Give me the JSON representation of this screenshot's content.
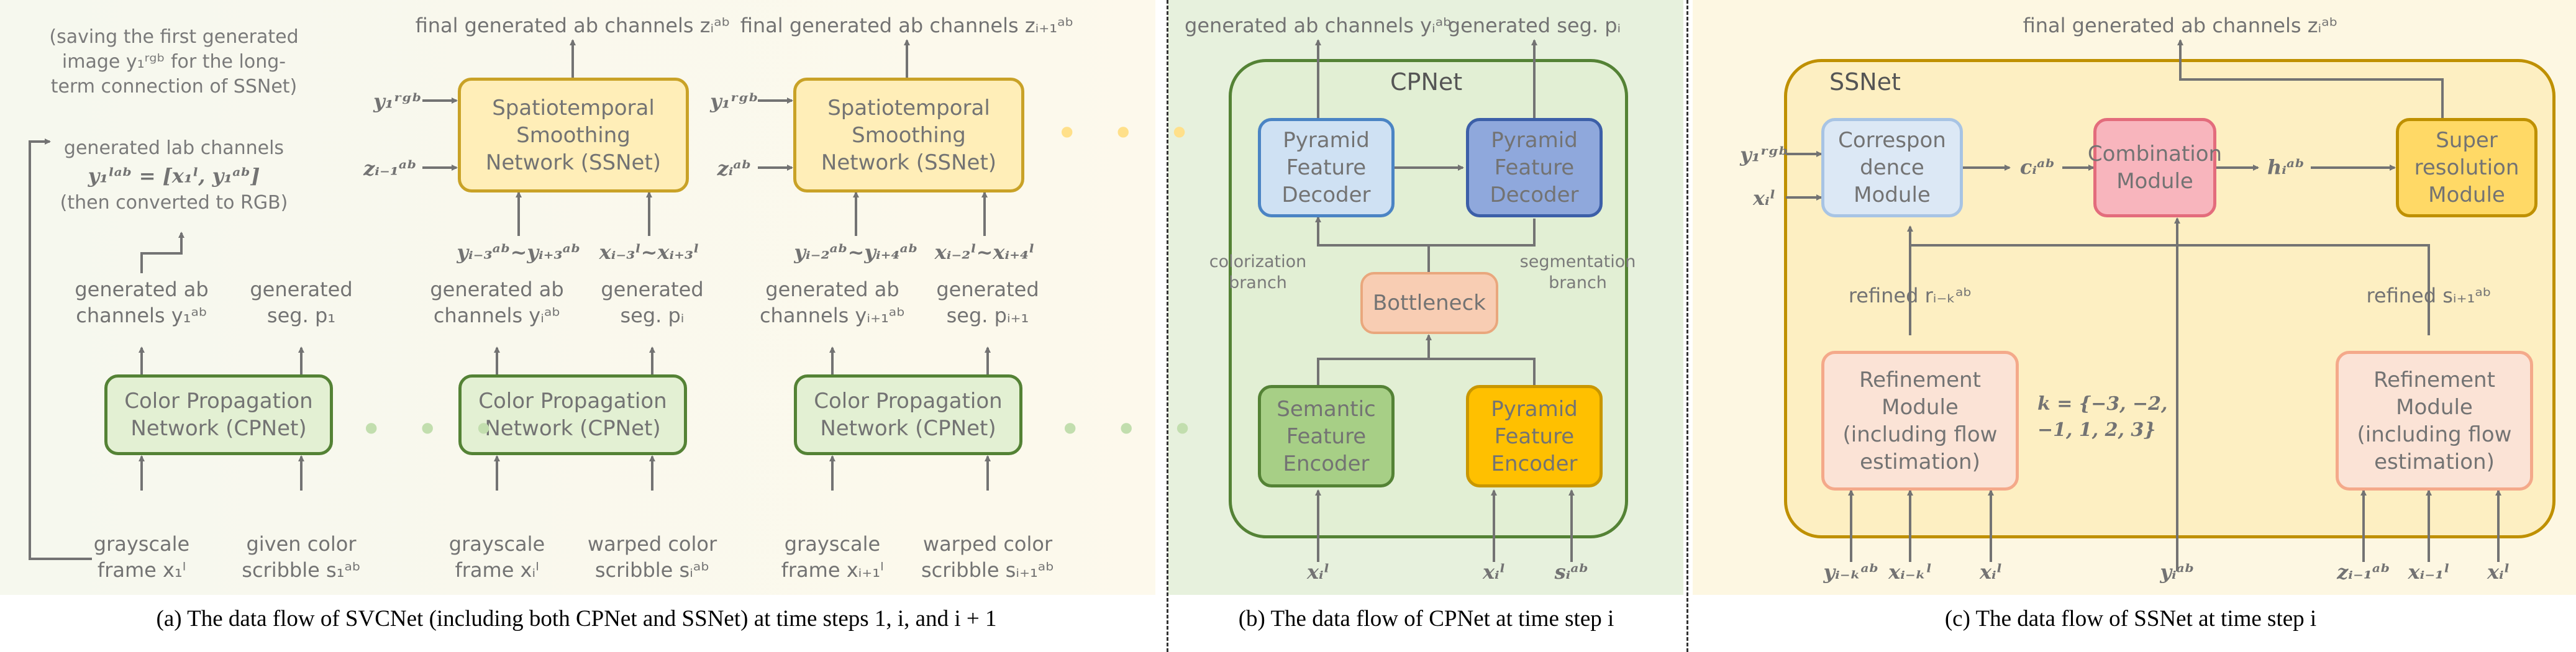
{
  "panel_a": {
    "note_saving": "(saving the first generated\nimage y₁ʳᵍᵇ for the long-\nterm connection of SSNet)",
    "note_lab": "generated lab channels",
    "note_lab_eq": "y₁ˡᵃᵇ = [x₁ˡ, y₁ᵃᵇ]",
    "note_rgb": "(then converted to RGB)",
    "ssnet_label": "Spatiotemporal\nSmoothing\nNetwork (SSNet)",
    "cpnet_label": "Color Propagation\nNetwork (CPNet)",
    "out1": "final generated ab channels zᵢᵃᵇ",
    "out2": "final generated ab channels zᵢ₊₁ᵃᵇ",
    "in_rgb": "y₁ʳᵍᵇ",
    "in_z1": "zᵢ₋₁ᵃᵇ",
    "in_z2": "zᵢᵃᵇ",
    "seq1a": "yᵢ₋₃ᵃᵇ~yᵢ₊₃ᵃᵇ",
    "seq1b": "xᵢ₋₃ˡ~xᵢ₊₃ˡ",
    "seq2a": "yᵢ₋₂ᵃᵇ~yᵢ₊₄ᵃᵇ",
    "seq2b": "xᵢ₋₂ˡ~xᵢ₊₄ˡ",
    "gen_ab_1": "generated ab\nchannels y₁ᵃᵇ",
    "gen_seg_1": "generated\nseg. p₁",
    "gen_ab_i": "generated ab\nchannels yᵢᵃᵇ",
    "gen_seg_i": "generated\nseg. pᵢ",
    "gen_ab_i1": "generated ab\nchannels yᵢ₊₁ᵃᵇ",
    "gen_seg_i1": "generated\nseg. pᵢ₊₁",
    "in_gray_1": "grayscale\nframe x₁ˡ",
    "in_scrib_1": "given color\nscribble s₁ᵃᵇ",
    "in_gray_i": "grayscale\nframe xᵢˡ",
    "in_scrib_i": "warped color\nscribble sᵢᵃᵇ",
    "in_gray_i1": "grayscale\nframe xᵢ₊₁ˡ",
    "in_scrib_i1": "warped color\nscribble sᵢ₊₁ᵃᵇ",
    "caption": "(a) The data flow of SVCNet (including both CPNet and SSNet) at time steps 1, i, and i + 1"
  },
  "panel_b": {
    "title": "CPNet",
    "out_ab": "generated ab channels yᵢᵃᵇ",
    "out_seg": "generated seg. pᵢ",
    "pfd_left": "Pyramid\nFeature\nDecoder",
    "pfd_right": "Pyramid\nFeature\nDecoder",
    "branch_left": "colorization\nbranch",
    "branch_right": "segmentation\nbranch",
    "bottleneck": "Bottleneck",
    "sfe": "Semantic\nFeature\nEncoder",
    "pfe": "Pyramid\nFeature\nEncoder",
    "in1": "xᵢˡ",
    "in2": "xᵢˡ",
    "in3": "sᵢᵃᵇ",
    "caption": "(b) The data flow of CPNet at time step i"
  },
  "panel_c": {
    "title": "SSNet",
    "out": "final generated ab channels zᵢᵃᵇ",
    "corr": "Correspon\ndence\nModule",
    "comb": "Combination\nModule",
    "super": "Super\nresolution\nModule",
    "in_rgb": "y₁ʳᵍᵇ",
    "in_x": "xᵢˡ",
    "c_label": "cᵢᵃᵇ",
    "h_label": "hᵢᵃᵇ",
    "refined_r": "refined rᵢ₋ₖᵃᵇ",
    "refined_s": "refined sᵢ₊₁ᵃᵇ",
    "ref_left": "Refinement\nModule\n(including flow\nestimation)",
    "ref_right": "Refinement\nModule\n(including flow\nestimation)",
    "k_set": "k = {−3, −2,\n−1, 1, 2, 3}",
    "b1": "yᵢ₋ₖᵃᵇ",
    "b2": "xᵢ₋ₖˡ",
    "b3": "xᵢˡ",
    "b4": "yᵢᵃᵇ",
    "b5": "zᵢ₋₁ᵃᵇ",
    "b6": "xᵢ₋₁ˡ",
    "b7": "xᵢˡ",
    "caption": "(c) The data flow of SSNet at time step i"
  },
  "colors": {
    "panel_a_bg": "#fbf8ec",
    "panel_b_bg": "#e8f2de",
    "panel_c_bg": "#fdf6df",
    "ssnet_fill": "#ffeeb8",
    "ssnet_border": "#c9a227",
    "cpnet_fill": "#e3f0d3",
    "cpnet_border": "#548235",
    "blue_fill": "#cfe1f3",
    "blue_border": "#4b84c4",
    "dblue_fill": "#8fa8dc",
    "dblue_border": "#3c5fa8",
    "peach_fill": "#f8cdb3",
    "peach_border": "#e9a77d",
    "green_fill": "#a7cf86",
    "green_border": "#548235",
    "orange_fill": "#ffc000",
    "orange_border": "#c99700",
    "pink_fill": "#f8b5bd",
    "pink_border": "#e36c7c",
    "yellow_fill": "#ffd966",
    "yellow_border": "#bf9000",
    "lpink_fill": "#fbe3d6",
    "lpink_border": "#f4a98a"
  }
}
